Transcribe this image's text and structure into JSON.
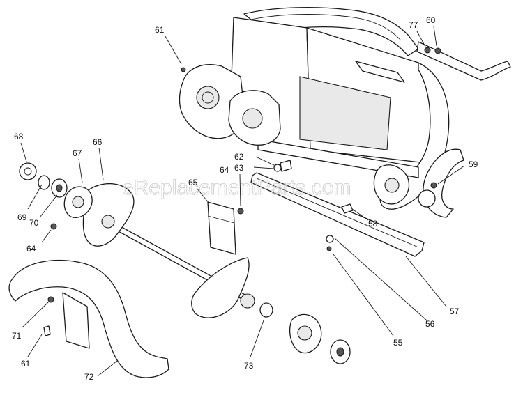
{
  "watermark": "eReplacementParts.com",
  "callouts": [
    {
      "id": "c-61a",
      "label": "61"
    },
    {
      "id": "c-77",
      "label": "77"
    },
    {
      "id": "c-60",
      "label": "60"
    },
    {
      "id": "c-68",
      "label": "68"
    },
    {
      "id": "c-67",
      "label": "67"
    },
    {
      "id": "c-66",
      "label": "66"
    },
    {
      "id": "c-62",
      "label": "62"
    },
    {
      "id": "c-63",
      "label": "63"
    },
    {
      "id": "c-64a",
      "label": "64"
    },
    {
      "id": "c-59",
      "label": "59"
    },
    {
      "id": "c-65",
      "label": "65"
    },
    {
      "id": "c-69",
      "label": "69"
    },
    {
      "id": "c-70",
      "label": "70"
    },
    {
      "id": "c-58",
      "label": "58"
    },
    {
      "id": "c-64b",
      "label": "64"
    },
    {
      "id": "c-57",
      "label": "57"
    },
    {
      "id": "c-56",
      "label": "56"
    },
    {
      "id": "c-71",
      "label": "71"
    },
    {
      "id": "c-55",
      "label": "55"
    },
    {
      "id": "c-61b",
      "label": "61"
    },
    {
      "id": "c-73",
      "label": "73"
    },
    {
      "id": "c-72",
      "label": "72"
    }
  ]
}
